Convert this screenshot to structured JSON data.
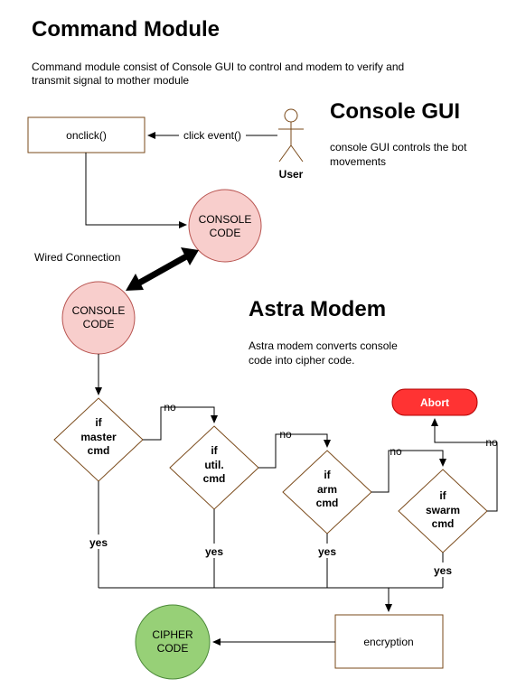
{
  "header": {
    "title": "Command Module",
    "description_line1": "Command module consist of Console GUI to control and modem to verify and",
    "description_line2": "transmit signal to mother module"
  },
  "console_gui": {
    "title": "Console GUI",
    "description_line1": "console GUI controls the bot",
    "description_line2": "movements"
  },
  "astra_modem": {
    "title": "Astra Modem",
    "description_line1": "Astra modem converts console",
    "description_line2": "code into cipher code."
  },
  "nodes": {
    "onclick": "onclick()",
    "click_event": "click event()",
    "user": "User",
    "console_code_top_l1": "CONSOLE",
    "console_code_top_l2": "CODE",
    "console_code_bottom_l1": "CONSOLE",
    "console_code_bottom_l2": "CODE",
    "wired_connection": "Wired Connection",
    "abort": "Abort",
    "encryption": "encryption",
    "cipher_l1": "CIPHER",
    "cipher_l2": "CODE"
  },
  "decisions": [
    {
      "l1": "if",
      "l2": "master",
      "l3": "cmd"
    },
    {
      "l1": "if",
      "l2": "util.",
      "l3": "cmd"
    },
    {
      "l1": "if",
      "l2": "arm",
      "l3": "cmd"
    },
    {
      "l1": "if",
      "l2": "swarm",
      "l3": "cmd"
    }
  ],
  "edge_labels": {
    "no1": "no",
    "no2": "no",
    "no3": "no",
    "no4": "no",
    "yes1": "yes",
    "yes2": "yes",
    "yes3": "yes",
    "yes4": "yes"
  },
  "colors": {
    "console_fill": "#f8cecc",
    "console_stroke": "#b85450",
    "abort_fill": "#ff3333",
    "cipher_fill": "#97d077",
    "cipher_stroke": "#4d8a3a",
    "box_stroke": "#7a4a1a"
  }
}
